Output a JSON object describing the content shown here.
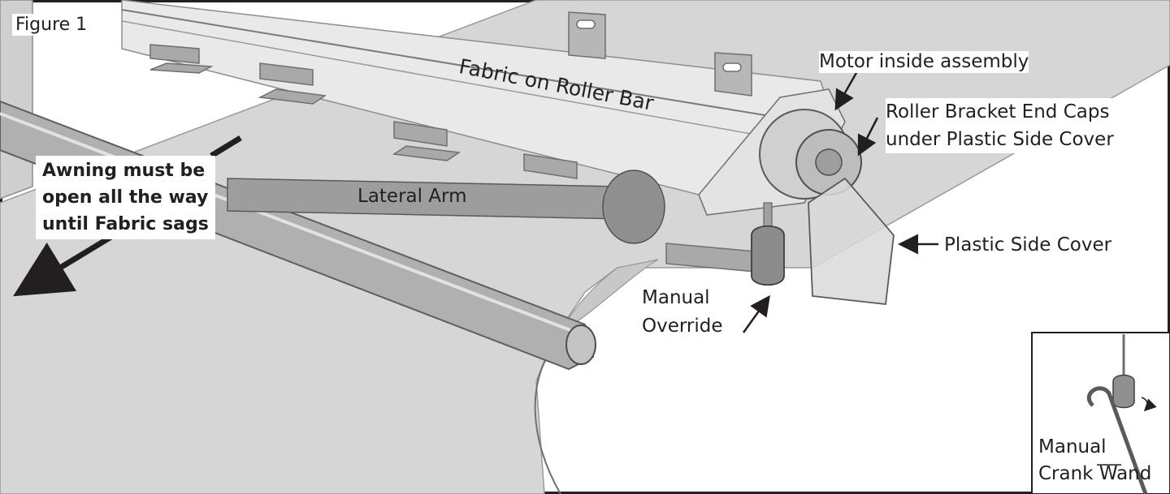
{
  "figure_label": "Figure 1",
  "labels": {
    "fabric_roller": "Fabric on Roller Bar",
    "motor": "Motor inside assembly",
    "end_caps": "Roller Bracket End Caps\nunder Plastic Side Cover",
    "awning_open": "Awning must be\nopen all the way\nuntil Fabric sags",
    "lateral_arm": "Lateral Arm",
    "side_cover": "Plastic Side Cover",
    "manual_override": "Manual\nOverride",
    "crank_wand": "Manual\nCrank Wand"
  },
  "colors": {
    "outline": "#231f20",
    "fabric": "#d4d4d4",
    "fabric_light": "#e6e6e6",
    "metal": "#9a9a9a",
    "metal_dark": "#6f6f6f",
    "arrow": "#231f20"
  }
}
